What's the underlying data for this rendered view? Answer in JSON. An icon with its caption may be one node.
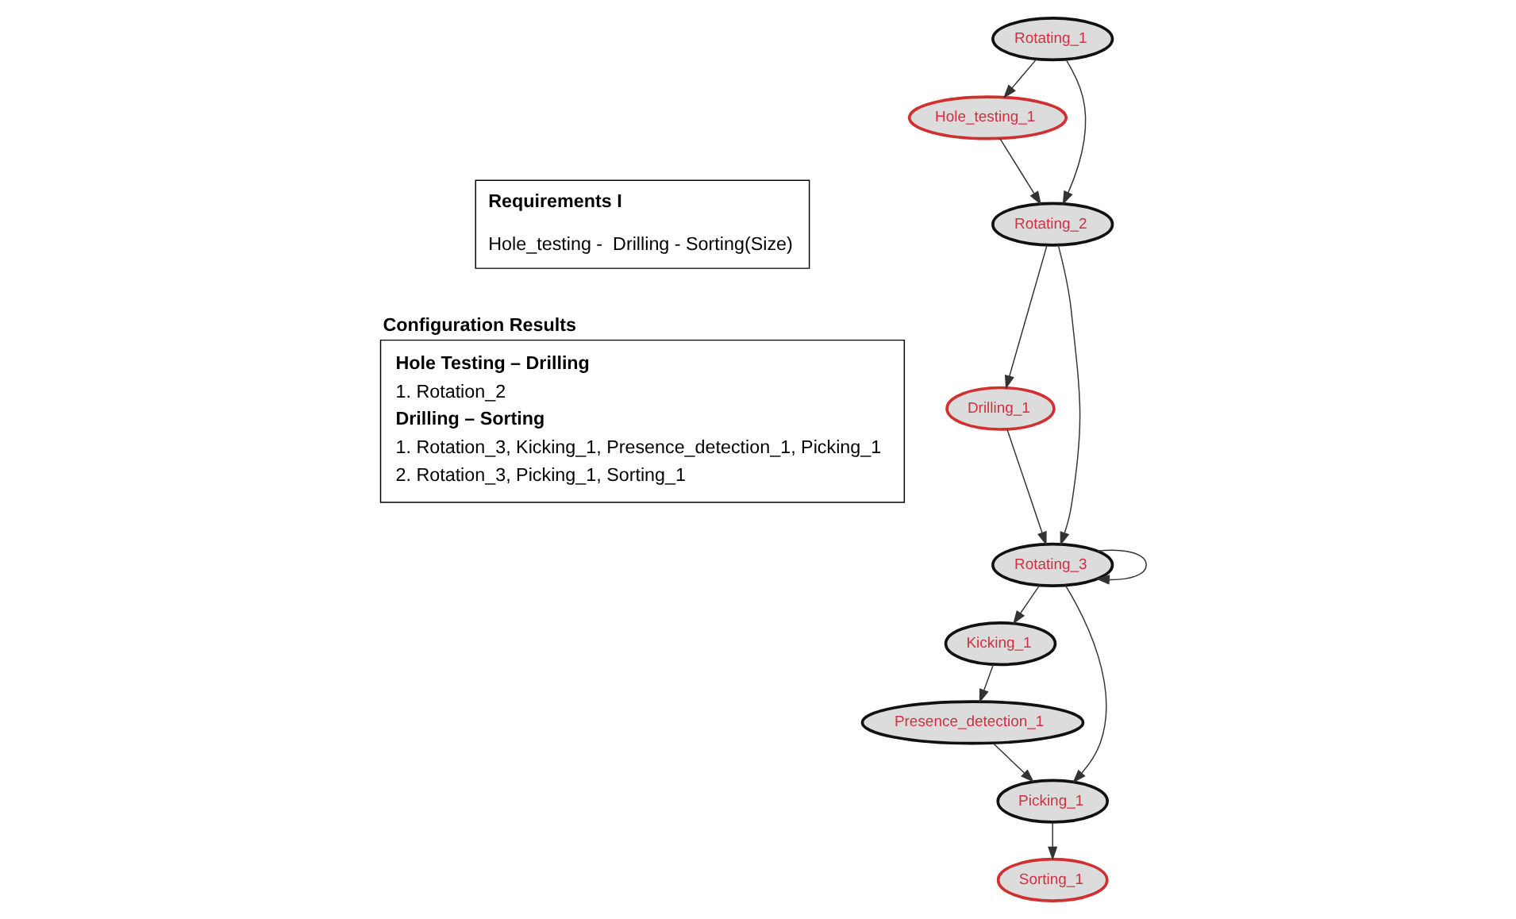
{
  "diagram": {
    "nodes": [
      {
        "text": [
          "Hole_testing_1"
        ]
      },
      {
        "text": [
          "Rotating_1"
        ]
      },
      {
        "text": [
          "Rotating_2"
        ]
      },
      {
        "text": [
          "Drilling_1"
        ]
      },
      {
        "text": [
          "Rotating_3"
        ]
      },
      {
        "text": [
          "Kicking_1"
        ]
      },
      {
        "text": [
          "Sorting_1"
        ]
      },
      {
        "text": [
          "Presence_detection_1"
        ]
      },
      {
        "text": [
          "Picking_1"
        ]
      },
      {
        "text": [
          "Requirements I",
          "Hole_testing -  Drilling - Sorting(Size)"
        ]
      },
      {
        "text": [
          "Configuration Results",
          "Hole Testing – Drilling",
          "1. Rotation_2",
          "Drilling – Sorting",
          "1. Rotation_3, Kicking_1, Presence_detection_1, Picking_1",
          "2. Rotation_3, Picking_1, Sorting_1"
        ]
      }
    ],
    "edges": [
      {
        "from": 1,
        "to": 0,
        "arrow": "to"
      },
      {
        "from": 0,
        "to": 2,
        "arrow": "to"
      },
      {
        "from": 1,
        "to": 2,
        "arrow": "to"
      },
      {
        "from": 2,
        "to": 3,
        "arrow": "to"
      },
      {
        "from": 2,
        "to": 4,
        "arrow": "to"
      },
      {
        "from": 3,
        "to": 4,
        "arrow": "to"
      },
      {
        "from": 4,
        "to": 4,
        "arrow": "to"
      },
      {
        "from": 4,
        "to": 5,
        "arrow": "to"
      },
      {
        "from": 5,
        "to": 7,
        "arrow": "to"
      },
      {
        "from": 4,
        "to": 8,
        "arrow": "to"
      },
      {
        "from": 7,
        "to": 8,
        "arrow": "to"
      },
      {
        "from": 8,
        "to": 6,
        "arrow": "to"
      }
    ]
  }
}
